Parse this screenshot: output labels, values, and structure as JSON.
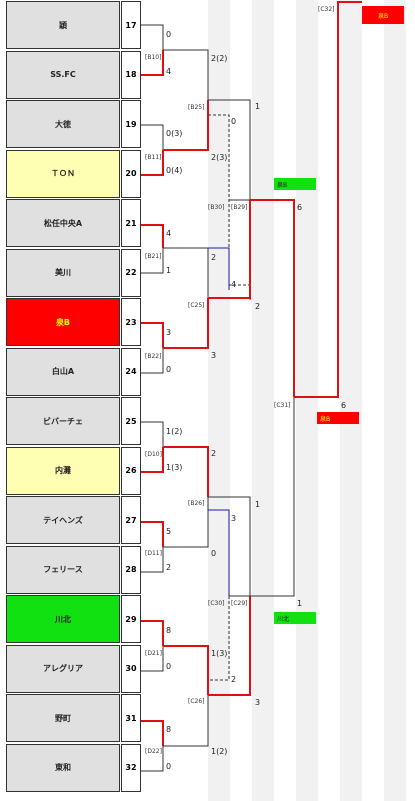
{
  "teams": [
    {
      "name": "穎",
      "num": "17",
      "color": "#e0e0e0",
      "text_color": "#222222"
    },
    {
      "name": "SS.FC",
      "num": "18",
      "color": "#e0e0e0",
      "text_color": "#222222"
    },
    {
      "name": "大徳",
      "num": "19",
      "color": "#e0e0e0",
      "text_color": "#222222"
    },
    {
      "name": "ＴＯＮ",
      "num": "20",
      "color": "#ffffb3",
      "text_color": "#222222"
    },
    {
      "name": "松任中央A",
      "num": "21",
      "color": "#e0e0e0",
      "text_color": "#222222"
    },
    {
      "name": "美川",
      "num": "22",
      "color": "#e0e0e0",
      "text_color": "#222222"
    },
    {
      "name": "泉B",
      "num": "23",
      "color": "#ff0000",
      "text_color": "#ffff00"
    },
    {
      "name": "白山A",
      "num": "24",
      "color": "#e0e0e0",
      "text_color": "#222222"
    },
    {
      "name": "ビバーチェ",
      "num": "25",
      "color": "#e0e0e0",
      "text_color": "#222222"
    },
    {
      "name": "内灘",
      "num": "26",
      "color": "#ffffb3",
      "text_color": "#222222"
    },
    {
      "name": "テイヘンズ",
      "num": "27",
      "color": "#e0e0e0",
      "text_color": "#222222"
    },
    {
      "name": "フェリース",
      "num": "28",
      "color": "#e0e0e0",
      "text_color": "#222222"
    },
    {
      "name": "川北",
      "num": "29",
      "color": "#11e011",
      "text_color": "#222222"
    },
    {
      "name": "アレグリア",
      "num": "30",
      "color": "#e0e0e0",
      "text_color": "#222222"
    },
    {
      "name": "野町",
      "num": "31",
      "color": "#e0e0e0",
      "text_color": "#222222"
    },
    {
      "name": "東和",
      "num": "32",
      "color": "#e0e0e0",
      "text_color": "#222222"
    }
  ],
  "match_labels": {
    "b10": "[B10]",
    "b11": "[B11]",
    "b21": "[B21]",
    "b22": "[B22]",
    "d10": "[D10]",
    "d11": "[D11]",
    "d21": "[D21]",
    "d22": "[D22]",
    "b25": "[B25]",
    "b30": "[B30]",
    "b29": "[B29]",
    "c25": "[C25]",
    "b26": "[B26]",
    "c30": "[C30]",
    "c29": "[C29]",
    "c26": "[C26]",
    "c31": "[C31]",
    "c32": "[C32]"
  },
  "scores": {
    "m1_top": "0",
    "m1_bot": "4",
    "m2_top": "0(3)",
    "m2_bot": "0(4)",
    "m3_top": "4",
    "m3_bot": "1",
    "m4_top": "3",
    "m4_bot": "0",
    "m5_top": "1(2)",
    "m5_bot": "1(3)",
    "m6_top": "5",
    "m6_bot": "2",
    "m7_top": "8",
    "m7_bot": "0",
    "m8_top": "8",
    "m8_bot": "0",
    "r2a_top": "2(2)",
    "r2a_bot": "2(3)",
    "r2b_top": "2",
    "r2b_bot": "3",
    "r2c_top": "2",
    "r2c_bot": "0",
    "r2d_top": "1(3)",
    "r2d_bot": "1(2)",
    "b30_val": "0",
    "b29_val": "4",
    "c30_val": "3",
    "c29_val": "2",
    "r3a_top": "1",
    "r3a_bot": "2",
    "r3b_top": "1",
    "r3b_bot": "3",
    "semi_top": "6",
    "semi_bot": "1",
    "final_score": "6"
  },
  "winners": {
    "c31_top": "泉B",
    "c31_bot": "川北",
    "final": "泉B",
    "final_semi": "泉B"
  },
  "colors": {
    "win_line": "#e01010",
    "lose_line": "#333333",
    "alt_line": "#1a1aaa",
    "red": "#ff0000",
    "green": "#11e011",
    "yellow_fill": "#ffffb3",
    "yellow_text": "#ffff00"
  }
}
